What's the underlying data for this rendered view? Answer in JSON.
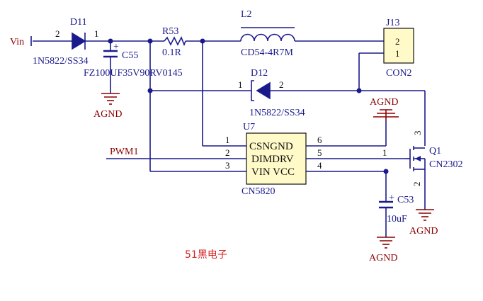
{
  "nets": {
    "vin": "Vin",
    "pwm": "PWM1",
    "agnd": "AGND"
  },
  "components": {
    "d11": {
      "ref": "D11",
      "value": "1N5822/SS34",
      "pin_left": "2",
      "pin_right": "1"
    },
    "c55": {
      "ref": "C55",
      "value": "FZ100UF35V90RV0145",
      "polarity": "+"
    },
    "r53": {
      "ref": "R53",
      "value": "0.1R"
    },
    "l2": {
      "ref": "L2",
      "value": "CD54-4R7M"
    },
    "j13": {
      "ref": "J13",
      "value": "CON2",
      "pin_top": "2",
      "pin_bottom": "1"
    },
    "d12": {
      "ref": "D12",
      "value": "1N5822/SS34",
      "pin_left": "1",
      "pin_right": "2"
    },
    "u7": {
      "ref": "U7",
      "value": "CN5820",
      "line1": "CSNGND",
      "line2": "DIMDRV",
      "line3": "VIN VCC",
      "pins": {
        "p1": "1",
        "p2": "2",
        "p3": "3",
        "p4": "4",
        "p5": "5",
        "p6": "6"
      }
    },
    "q1": {
      "ref": "Q1",
      "value": "CN2302",
      "pin_gate": "1",
      "pin_source": "2",
      "pin_drain": "3"
    },
    "c53": {
      "ref": "C53",
      "value": "10uF",
      "polarity": "+"
    }
  },
  "watermark": "51黑电子",
  "colors": {
    "wire": "#1a1a8c",
    "ground": "#8b0000",
    "text": "#111111",
    "watermark": "#d42020",
    "chip_fill": "#fffac8"
  }
}
